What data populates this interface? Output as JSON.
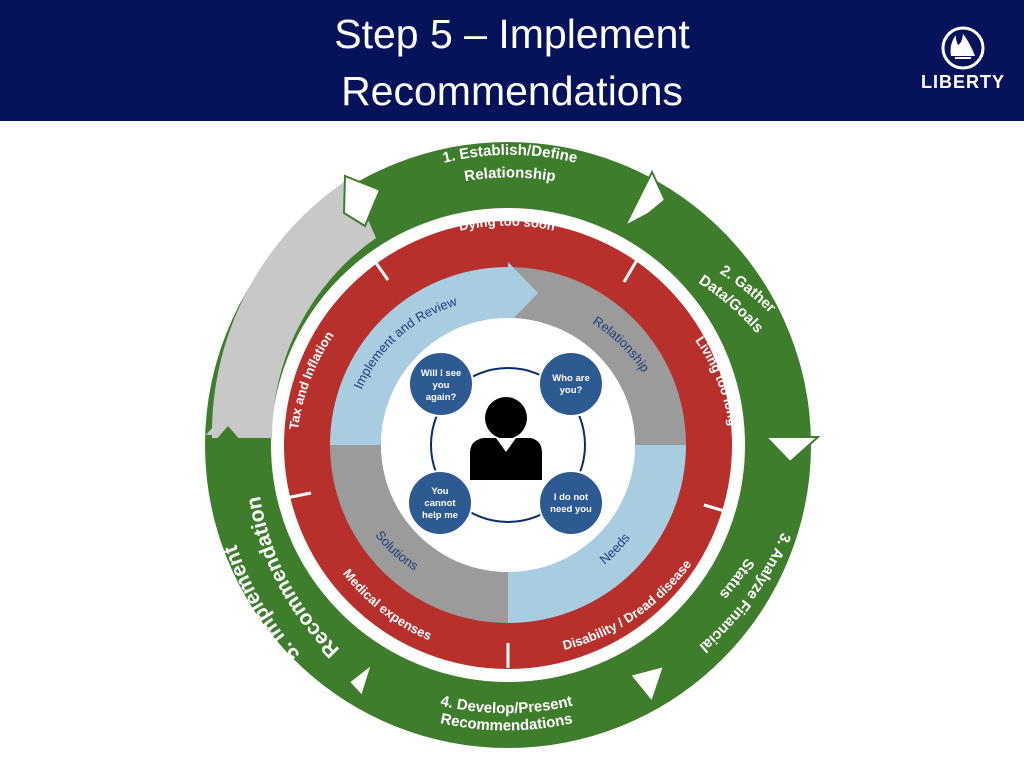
{
  "title": {
    "line1": "Step 5 – Implement",
    "line2": "Recommendations"
  },
  "logo": {
    "text": "LIBERTY",
    "icon": "flame-crown-icon"
  },
  "colors": {
    "header": "#06135a",
    "green": "#3e7d2c",
    "red": "#b8302c",
    "blue": "#a9cde0",
    "gray": "#9b9b9b",
    "lightgray": "#c8c8c8",
    "bubble": "#2e5a92",
    "navy": "#0a2a6b"
  },
  "outer_ring": {
    "step1": "1.  Establish/Define",
    "step1b": "Relationship",
    "step2": "2.  Gather",
    "step2b": "Data/Goals",
    "step3": "3.  Analyze Financial",
    "step3b": "Status",
    "step4": "4.  Develop/Present",
    "step4b": "Recommendations",
    "step5": "5.  Implement",
    "step5b": "Recommendation"
  },
  "risk_ring": {
    "top": "Dying too soon",
    "right": "Living too long",
    "bottom_right": "Disability / Dread disease",
    "bottom_left": "Medical expenses",
    "left": "Tax and Inflation"
  },
  "process_ring": {
    "top_left": "Implement and Review",
    "top_right": "Relationship",
    "bottom_right": "Needs",
    "bottom_left": "Solutions"
  },
  "bubbles": {
    "b1": [
      "Will I see",
      "you",
      "again?"
    ],
    "b2": [
      "Who are",
      "you?"
    ],
    "b3": [
      "You",
      "cannot",
      "help me"
    ],
    "b4": [
      "I do not",
      "need you"
    ]
  },
  "center_icon": "person-icon"
}
